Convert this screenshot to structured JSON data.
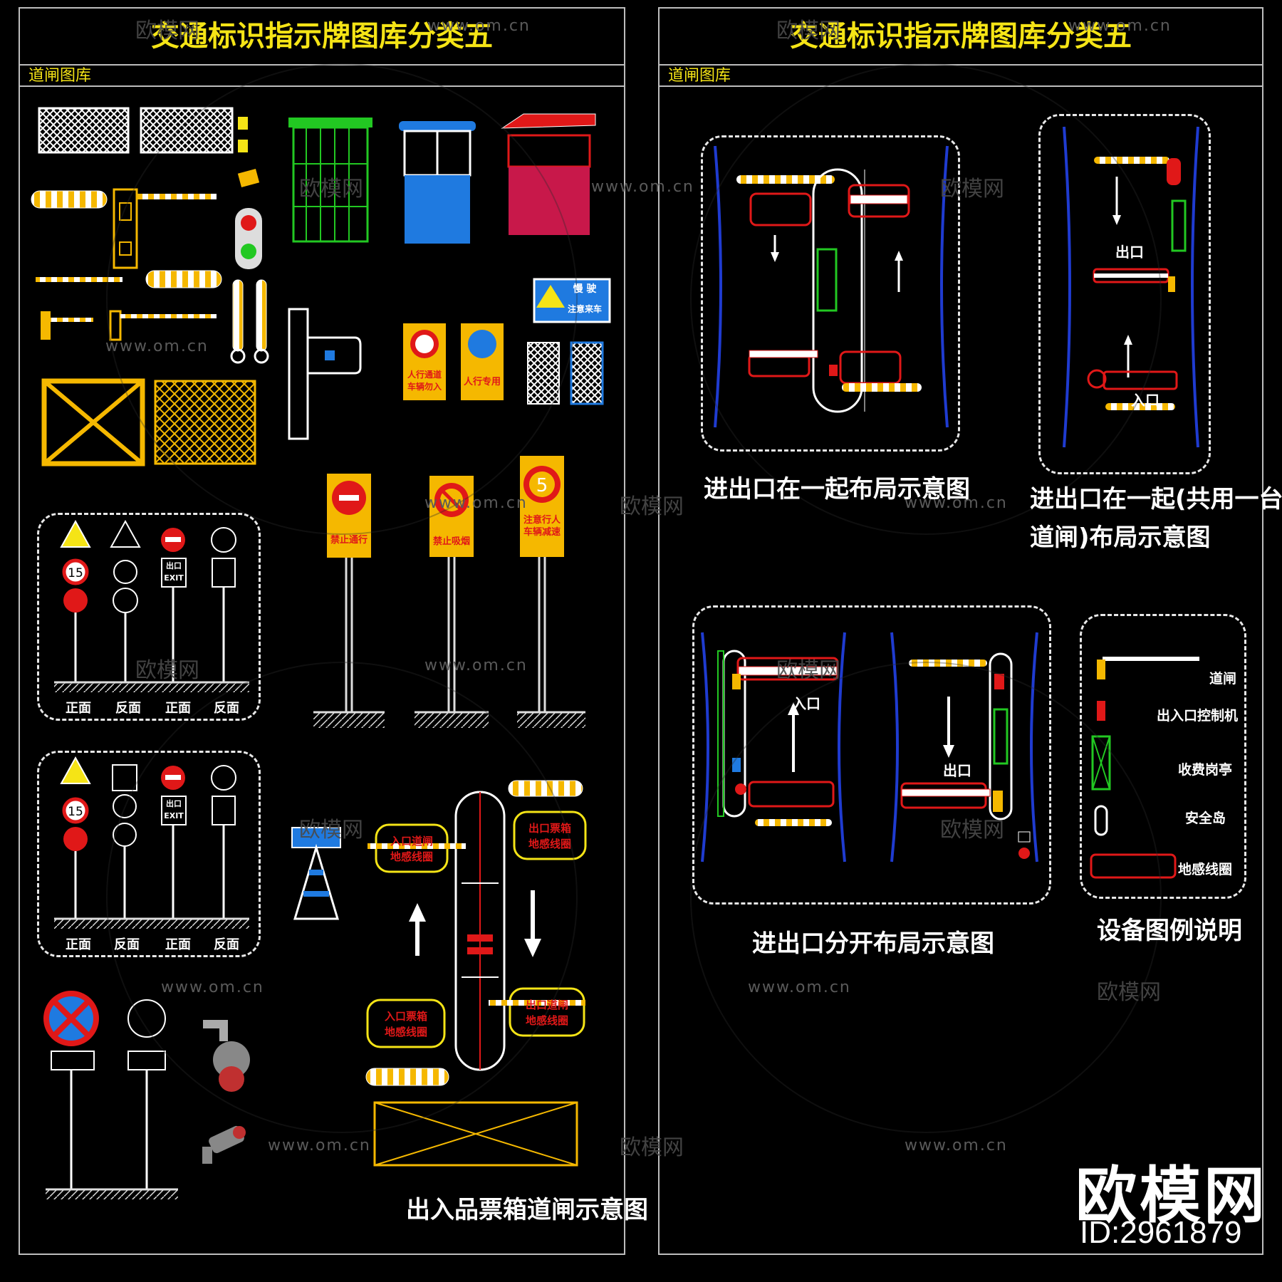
{
  "left_panel": {
    "title": "交通标识指示牌图库分类五",
    "subtitle": "道闸图库",
    "caption_ticket_gate": "出入品票箱道闸示意图",
    "ground_labels": [
      "正面",
      "反面",
      "正面",
      "反面"
    ],
    "ground_labels_b": [
      "正面",
      "反面",
      "正面",
      "反面"
    ],
    "sign_texts": {
      "slow": "慢 驶",
      "slow2": "注意来车",
      "ped1": "人行通道\n车辆勿入",
      "ped2": "人行专用",
      "stop1": "禁止通行",
      "stop2": "禁止吸烟",
      "speed5": "注意行人\n车辆减速",
      "entry_loop": "入口道闸\n地感线圈",
      "exit_box": "出口票箱\n地感线圈",
      "entry_box": "入口票箱\n地感线圈",
      "exit_loop": "出口道闸\n地感线圈",
      "exit_small": "出口\nEXIT"
    }
  },
  "right_panel": {
    "title": "交通标识指示牌图库分类五",
    "subtitle": "道闸图库",
    "caption_combined": "进出口在一起布局示意图",
    "caption_shared_1": "进出口在一起(共用一台",
    "caption_shared_2": "道闸)布局示意图",
    "caption_separate": "进出口分开布局示意图",
    "caption_legend": "设备图例说明",
    "entry_label": "入口",
    "exit_label": "出口",
    "legend_items": [
      "道闸",
      "出入口控制机",
      "收费岗亭",
      "安全岛",
      "地感线圈"
    ]
  },
  "watermark": {
    "brand": "欧模网",
    "id": "ID:2961879",
    "site": "www.om.cn",
    "logo_text": "欧模网"
  },
  "colors": {
    "title_yellow": "#f5e416",
    "border": "#bdbdbd",
    "red": "#e01818",
    "green": "#22c822",
    "blue": "#1f7ae0",
    "orange": "#f5b800"
  }
}
